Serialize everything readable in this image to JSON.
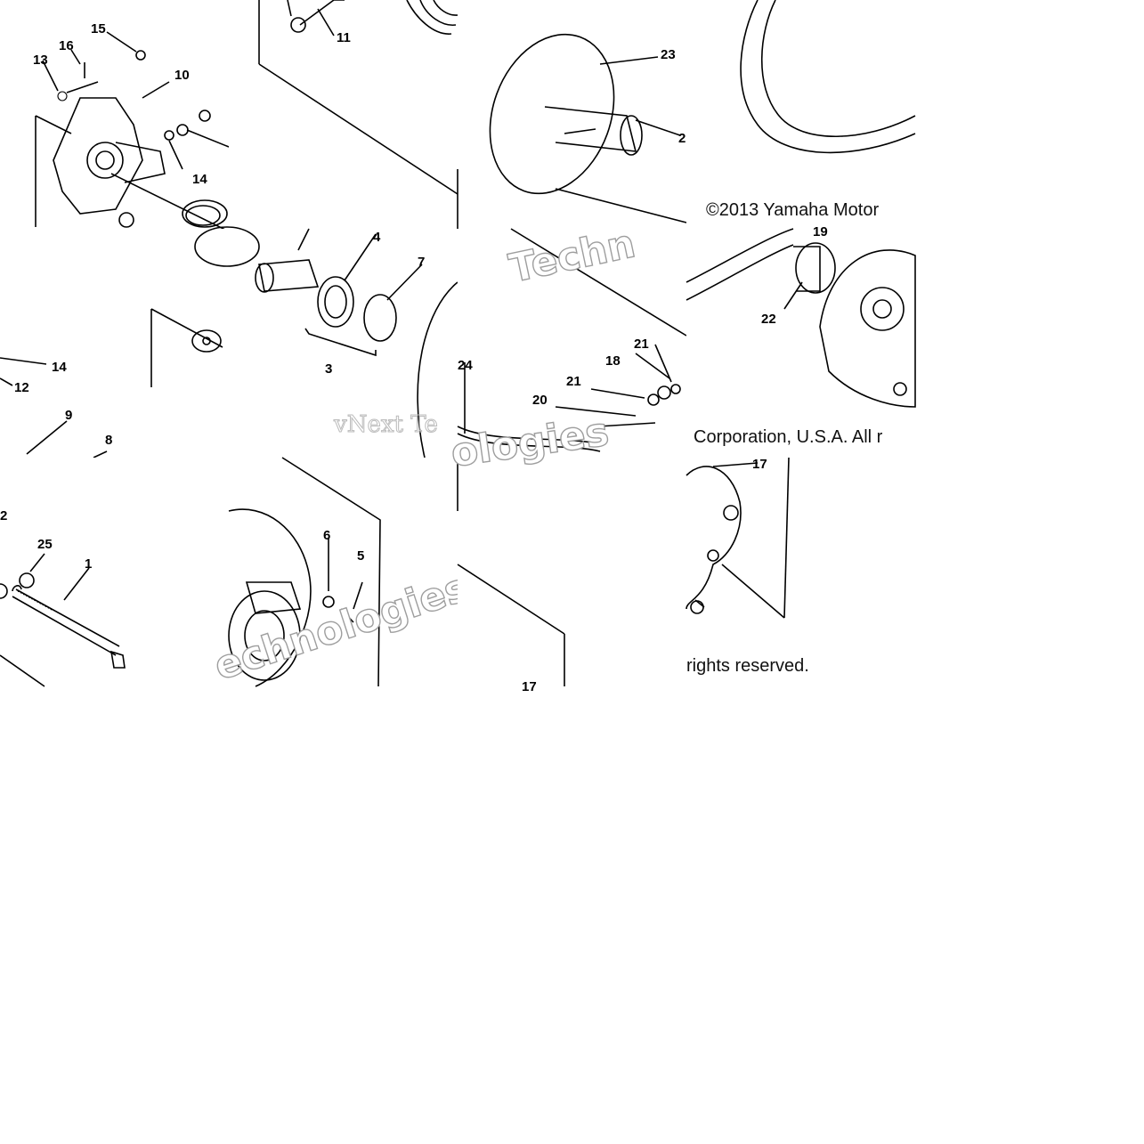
{
  "labels": {
    "n1": "1",
    "n2": "2",
    "n3": "3",
    "n4": "4",
    "n5": "5",
    "n6": "6",
    "n7": "7",
    "n8": "8",
    "n9": "9",
    "n10": "10",
    "n11": "11",
    "n12": "12",
    "n13": "13",
    "n14": "14",
    "n15": "15",
    "n16": "16",
    "n17": "17",
    "n18": "18",
    "n19": "19",
    "n20": "20",
    "n21": "21",
    "n22": "22",
    "n23": "23",
    "n24": "24",
    "n25": "25"
  },
  "copyright": {
    "line1": "©2013 Yamaha Motor",
    "line2": "Corporation, U.S.A. All r",
    "line3": "rights reserved."
  },
  "watermark": {
    "brand_a": "Techn",
    "brand_b": "vNext Te",
    "brand_c": "ologies",
    "brand_d": "ologies",
    "brand_e": "echnologies"
  }
}
